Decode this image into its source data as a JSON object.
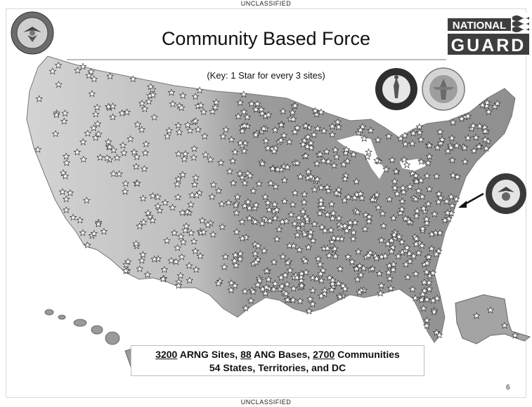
{
  "header": {
    "classification_top": "UNCLASSIFIED",
    "title": "Community Based Force",
    "key": "(Key: 1 Star for every 3 sites)"
  },
  "logos": {
    "left_seal": "department-of-defense-seal",
    "right_logo": "national-guard-logo",
    "right_logo_text": [
      "NATIONAL",
      "GUARD"
    ],
    "army_emblem": "army-national-guard-emblem",
    "air_emblem": "air-national-guard-emblem",
    "bureau_emblem": "national-guard-bureau-emblem"
  },
  "caption": {
    "arng_sites_num": "3200",
    "arng_sites_text": " ARNG Sites, ",
    "ang_bases_num": "88",
    "ang_bases_text": " ANG Bases, ",
    "communities_num": "2700",
    "communities_text": " Communities",
    "line2": "54 States, Territories, and DC"
  },
  "footer": {
    "page_number": "6",
    "classification_bottom": "UNCLASSIFIED"
  },
  "colors": {
    "map_base": "#a9a9a9",
    "map_west_light": "#d2d2d2",
    "map_east_dark": "#8e8e8e",
    "star_fill": "#ffffff",
    "star_stroke": "#333333"
  }
}
